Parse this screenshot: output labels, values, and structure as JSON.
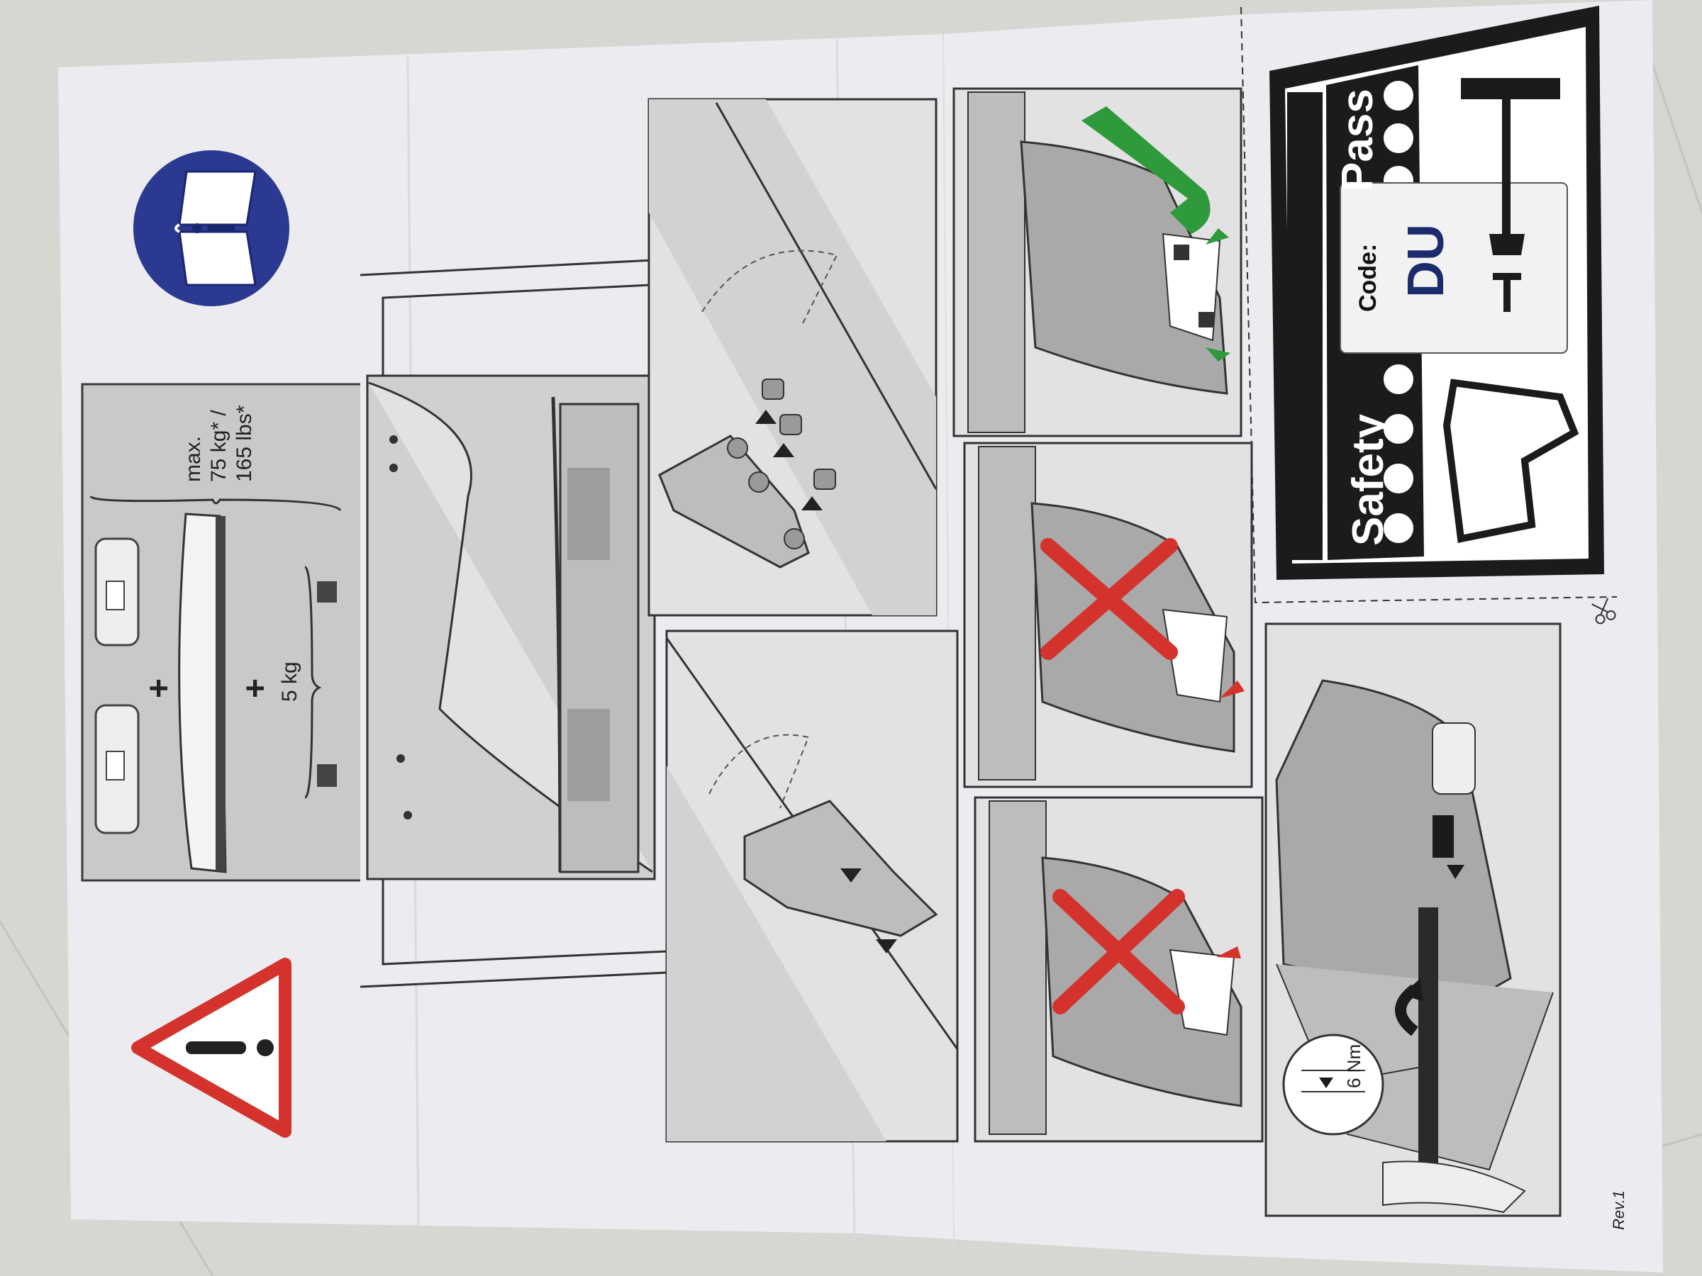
{
  "load_panel": {
    "max_label": "max.",
    "weight_kg": "75 kg* /",
    "weight_lbs": "165 lbs*",
    "tool_weight": "5 kg",
    "plus_sign": "+"
  },
  "safety_card": {
    "word_safety": "Safety",
    "word_pass": "Pass",
    "code_label": "Code:",
    "code_value": "DU"
  },
  "torque_callout": {
    "value": "6 Nm"
  },
  "revision": "Rev.1",
  "colors": {
    "info_circle": "#2b3990",
    "warning_red": "#d4322c",
    "ok_green": "#2e9a3c",
    "panel_gray": "#c9c9c9",
    "paper": "#ececef"
  },
  "icons": {
    "manual": "read-manual-icon",
    "warning": "warning-triangle-icon",
    "scissors": "scissors-icon",
    "rotate": "rotate-arrow-icon"
  }
}
